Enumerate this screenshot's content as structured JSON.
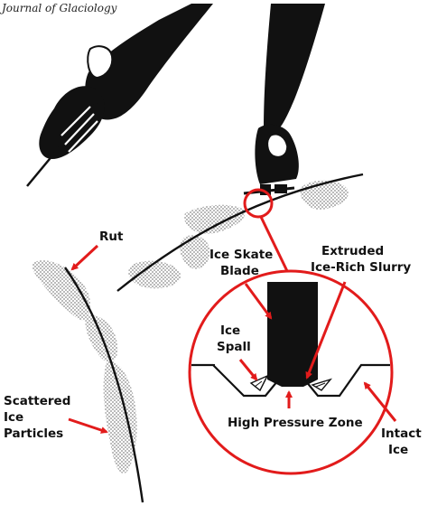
{
  "journal": "Journal of Glaciology",
  "labels": {
    "rut": "Rut",
    "blade": [
      "Ice Skate",
      "Blade"
    ],
    "slurry": [
      "Extruded",
      "Ice-Rich Slurry"
    ],
    "spall": [
      "Ice",
      "Spall"
    ],
    "pressure": "High Pressure Zone",
    "intact": [
      "Intact",
      "Ice"
    ],
    "particles": [
      "Scattered",
      "Ice",
      "Particles"
    ]
  },
  "colors": {
    "accent": "#e21b1b",
    "ink": "#111111",
    "stipple": "#9a9a9a"
  }
}
